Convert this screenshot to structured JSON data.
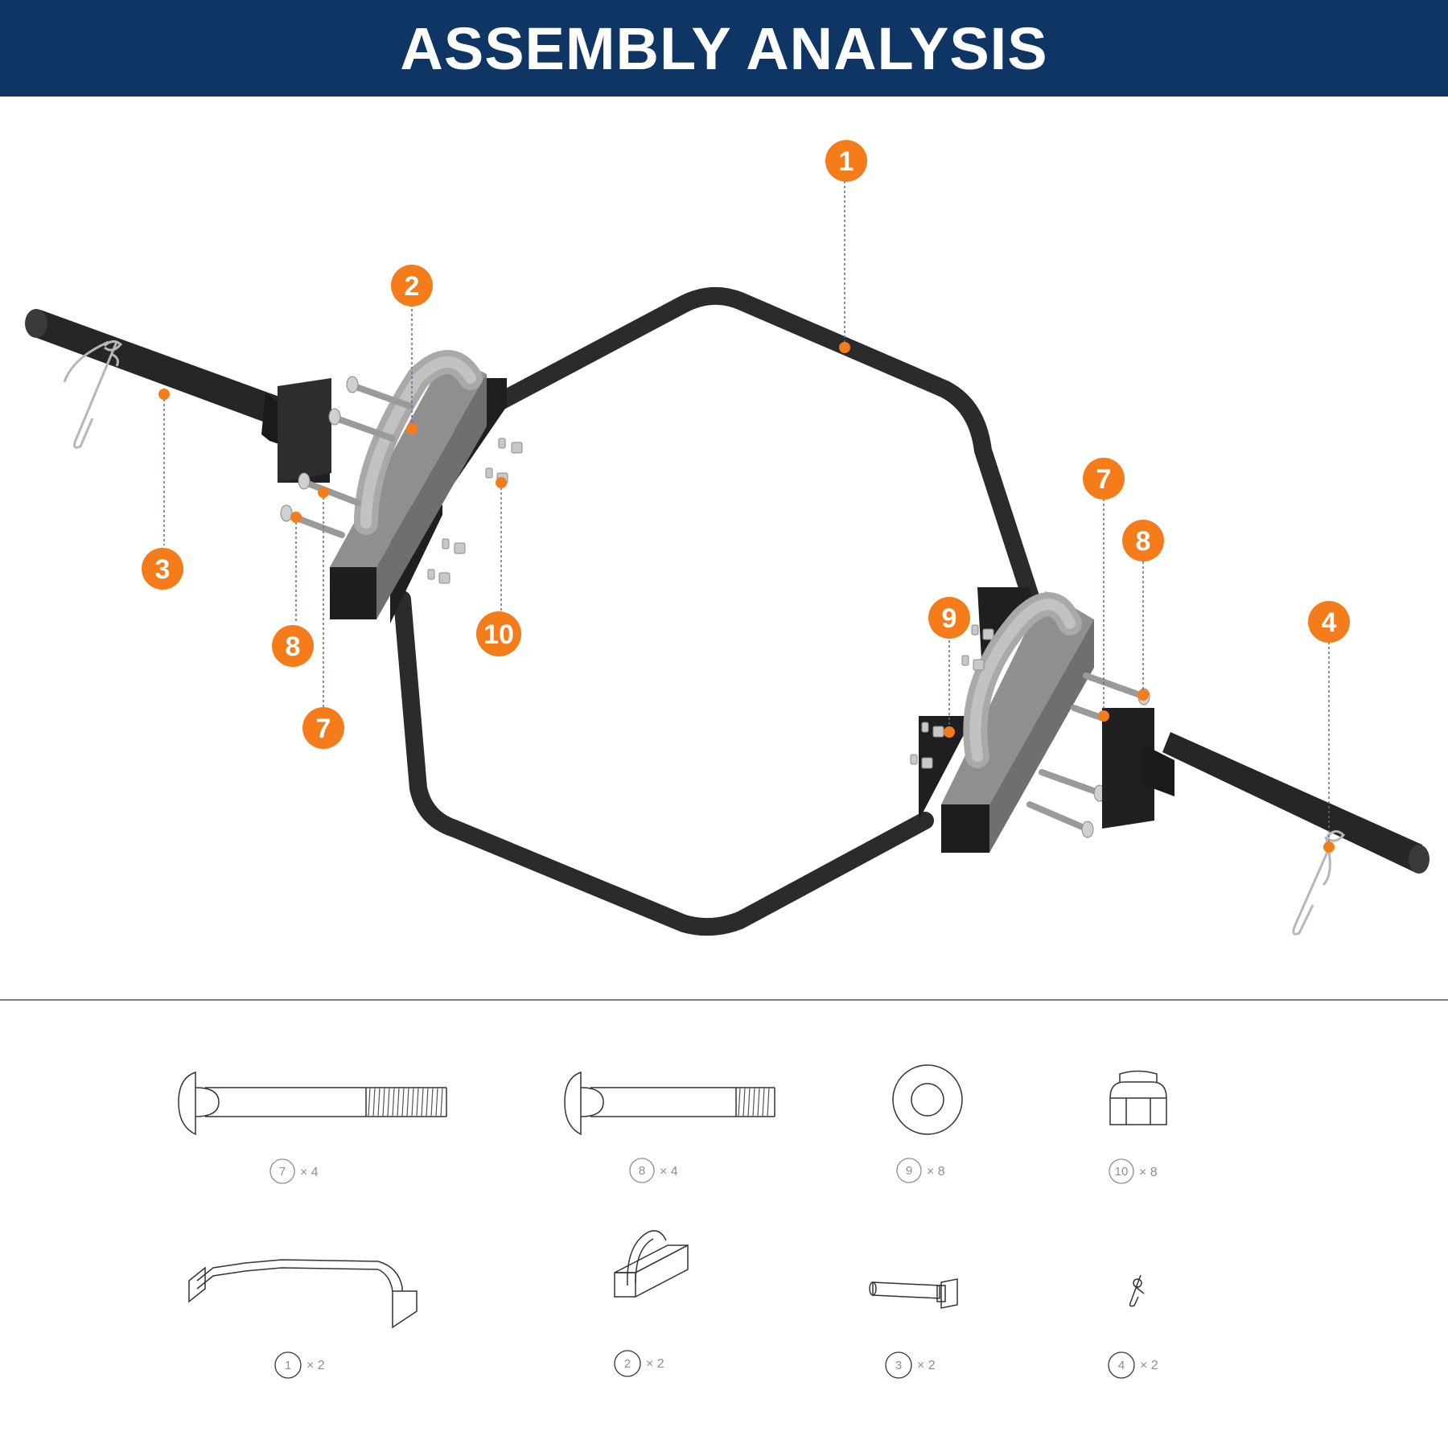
{
  "title": "ASSEMBLY ANALYSIS",
  "colors": {
    "banner": "#0e3564",
    "callout": "#f47c1b",
    "frame": "#2b2b2b",
    "handle": "#9b9b9b",
    "leader": "#5c6f86"
  },
  "callouts": [
    {
      "id": "1",
      "label": "1"
    },
    {
      "id": "2",
      "label": "2"
    },
    {
      "id": "3",
      "label": "3"
    },
    {
      "id": "4",
      "label": "4"
    },
    {
      "id": "7a",
      "label": "7"
    },
    {
      "id": "8a",
      "label": "8"
    },
    {
      "id": "10",
      "label": "10"
    },
    {
      "id": "7b",
      "label": "7"
    },
    {
      "id": "8b",
      "label": "8"
    },
    {
      "id": "9",
      "label": "9"
    }
  ],
  "parts": [
    {
      "number": "7",
      "qty": "× 4",
      "icon": "long-bolt-icon"
    },
    {
      "number": "8",
      "qty": "× 4",
      "icon": "short-bolt-icon"
    },
    {
      "number": "9",
      "qty": "× 8",
      "icon": "washer-icon"
    },
    {
      "number": "10",
      "qty": "× 8",
      "icon": "nut-icon"
    },
    {
      "number": "1",
      "qty": "× 2",
      "icon": "frame-bar-icon"
    },
    {
      "number": "2",
      "qty": "× 2",
      "icon": "handle-icon"
    },
    {
      "number": "3",
      "qty": "× 2",
      "icon": "sleeve-icon"
    },
    {
      "number": "4",
      "qty": "× 2",
      "icon": "spring-clip-icon"
    }
  ]
}
